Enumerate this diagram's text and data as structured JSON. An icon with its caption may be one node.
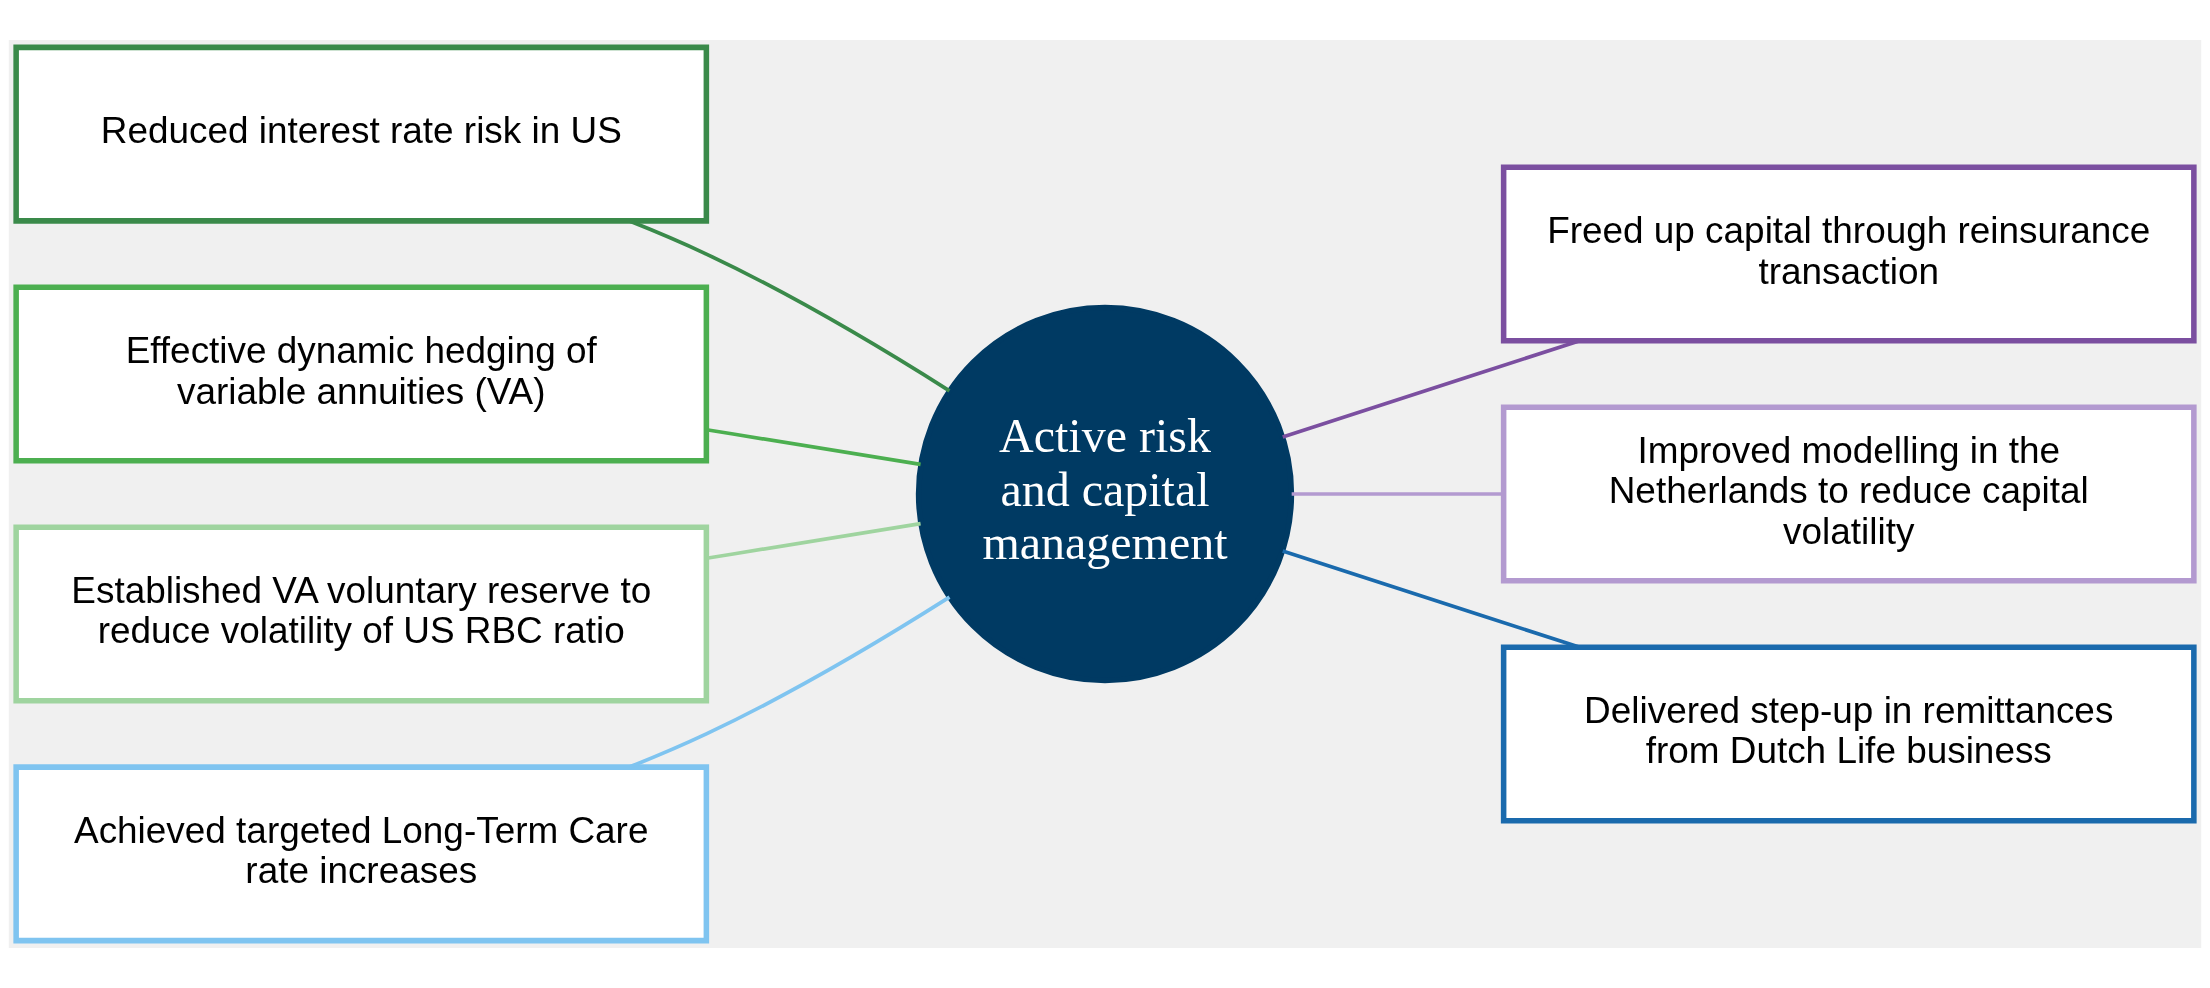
{
  "diagram": {
    "nodes": [
      {
        "text": [
          "Reduced interest rate risk in US"
        ]
      },
      {
        "text": [
          "Effective dynamic hedging of variable annuities (VA)"
        ]
      },
      {
        "text": [
          "Established VA voluntary reserve to reduce volatility of US RBC ratio"
        ]
      },
      {
        "text": [
          "Achieved targeted Long-Term Care rate increases"
        ]
      },
      {
        "text": [
          "Active risk and capital management"
        ]
      },
      {
        "text": [
          "Freed up capital through reinsurance transaction"
        ]
      },
      {
        "text": [
          "Improved modelling in the Netherlands to reduce capital volatility"
        ]
      },
      {
        "text": [
          "Delivered step-up in remittances from Dutch Life business"
        ]
      }
    ],
    "edges": [
      {
        "from": 0,
        "to": 4,
        "arrow": "none",
        "color": "#3a8a4a"
      },
      {
        "from": 1,
        "to": 4,
        "arrow": "none",
        "color": "#4caf50"
      },
      {
        "from": 2,
        "to": 4,
        "arrow": "none",
        "color": "#9fd49f"
      },
      {
        "from": 3,
        "to": 4,
        "arrow": "none",
        "color": "#7fc4f0"
      },
      {
        "from": 4,
        "to": 5,
        "arrow": "none",
        "color": "#7b4fa0"
      },
      {
        "from": 4,
        "to": 6,
        "arrow": "none",
        "color": "#b39ad0"
      },
      {
        "from": 4,
        "to": 7,
        "arrow": "none",
        "color": "#1a6aad"
      }
    ]
  }
}
